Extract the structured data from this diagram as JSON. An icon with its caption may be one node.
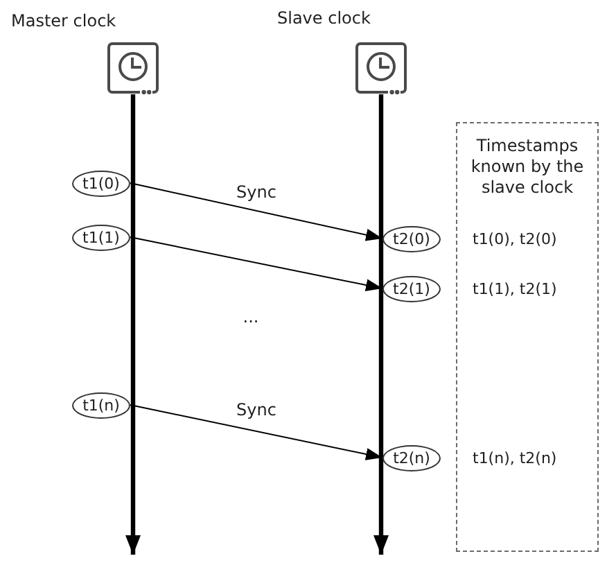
{
  "diagram": {
    "nodes": [
      {
        "text": [
          "Master clock"
        ]
      },
      {
        "text": [
          "Slave clock"
        ]
      },
      {
        "text": [
          "Timestamps known by the slave clock",
          "t1(0), t2(0)",
          "t1(1), t2(1)",
          "t1(n), t2(n)"
        ]
      },
      {
        "text": [
          "t1(0)"
        ]
      },
      {
        "text": [
          "t2(0)"
        ]
      },
      {
        "text": [
          "t1(1)"
        ]
      },
      {
        "text": [
          "t2(1)"
        ]
      },
      {
        "text": [
          "t1(n)"
        ]
      },
      {
        "text": [
          "t2(n)"
        ]
      }
    ],
    "edges": [
      {
        "from": 0,
        "to": null,
        "arrow": "to",
        "style": "thick"
      },
      {
        "from": 1,
        "to": null,
        "arrow": "to",
        "style": "thick"
      },
      {
        "from": 3,
        "to": 4,
        "arrow": "to",
        "label": "Sync"
      },
      {
        "from": 5,
        "to": 6,
        "arrow": "to"
      },
      {
        "from": 7,
        "to": 8,
        "arrow": "to",
        "label": "Sync"
      }
    ],
    "labels": [
      "..."
    ]
  }
}
